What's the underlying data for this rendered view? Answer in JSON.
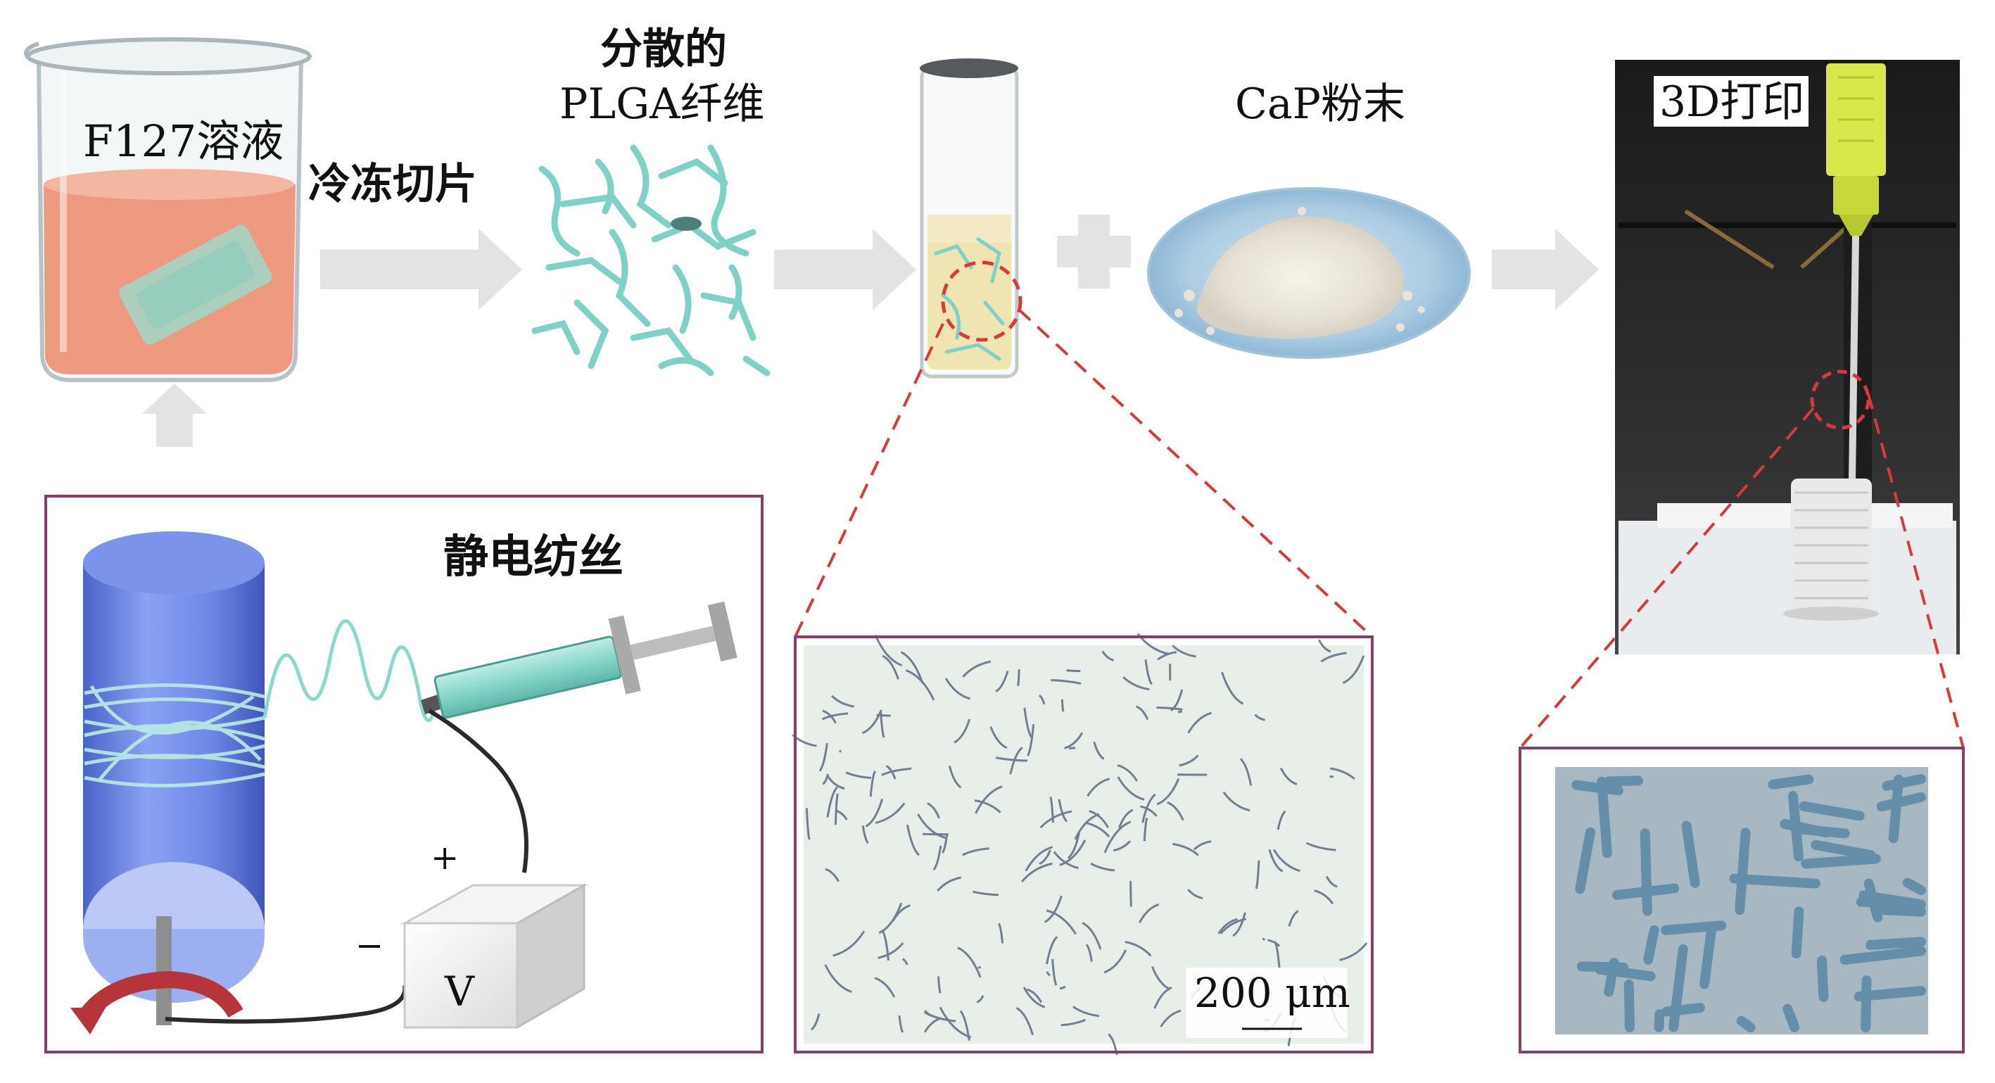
{
  "labels": {
    "f127": "F127溶液",
    "freeze_cut": "冷冻切片",
    "dispersed_line1": "分散的",
    "dispersed_line2": "PLGA纤维",
    "cap": "CaP粉末",
    "print3d": "3D打印",
    "electrospin": "静电纺丝",
    "plus_sign": "+",
    "minus_sign": "−",
    "voltage": "V",
    "scalebar": "200 μm"
  },
  "colors": {
    "frame": "#8a3d6a",
    "arrow": "#e3e3e3",
    "fiber": "#7fd1c7",
    "solution": "#ee9a80",
    "dash": "#d63a3a",
    "drum": "#6e88e6",
    "printer_bg": "#2a2a2a",
    "nozzle": "#d8e84a"
  }
}
